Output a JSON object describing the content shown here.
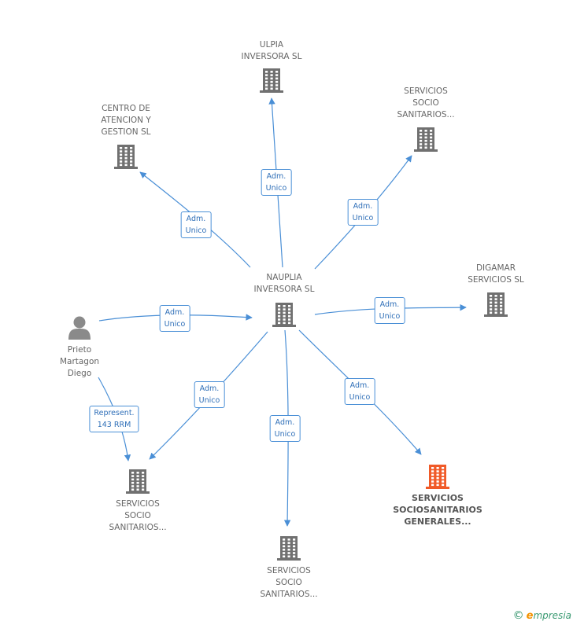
{
  "colors": {
    "edge": "#4a8fd6",
    "building": "#707070",
    "building_highlight": "#f05a28",
    "person": "#8a8a8a"
  },
  "nodes": [
    {
      "id": "nauplia",
      "type": "building",
      "label": "NAUPLIA\nINVERSORA SL"
    },
    {
      "id": "ulpia",
      "type": "building",
      "label": "ULPIA\nINVERSORA SL"
    },
    {
      "id": "centro",
      "type": "building",
      "label": "CENTRO DE\nATENCION Y\nGESTION SL"
    },
    {
      "id": "ss_top",
      "type": "building",
      "label": "SERVICIOS\nSOCIO\nSANITARIOS..."
    },
    {
      "id": "digamar",
      "type": "building",
      "label": "DIGAMAR\nSERVICIOS SL"
    },
    {
      "id": "prieto",
      "type": "person",
      "label": "Prieto\nMartagon\nDiego"
    },
    {
      "id": "ss_left",
      "type": "building",
      "label": "SERVICIOS\nSOCIO\nSANITARIOS..."
    },
    {
      "id": "ss_bottom",
      "type": "building",
      "label": "SERVICIOS\nSOCIO\nSANITARIOS..."
    },
    {
      "id": "ssg",
      "type": "building",
      "highlight": true,
      "label": "SERVICIOS\nSOCIOSANITARIOS\nGENERALES..."
    }
  ],
  "edges": [
    {
      "from": "nauplia",
      "to": "ulpia",
      "label": "Adm.\nUnico"
    },
    {
      "from": "nauplia",
      "to": "centro",
      "label": "Adm.\nUnico"
    },
    {
      "from": "nauplia",
      "to": "ss_top",
      "label": "Adm.\nUnico"
    },
    {
      "from": "prieto",
      "to": "nauplia",
      "label": "Adm.\nUnico"
    },
    {
      "from": "nauplia",
      "to": "digamar",
      "label": "Adm.\nUnico"
    },
    {
      "from": "nauplia",
      "to": "ss_left",
      "label": "Adm.\nUnico"
    },
    {
      "from": "nauplia",
      "to": "ss_bottom",
      "label": "Adm.\nUnico"
    },
    {
      "from": "nauplia",
      "to": "ssg",
      "label": "Adm.\nUnico"
    },
    {
      "from": "prieto",
      "to": "ss_left",
      "label": "Represent.\n143 RRM"
    }
  ],
  "footer": {
    "copyright": "©",
    "brand_initial": "e",
    "brand_rest": "mpresia"
  }
}
